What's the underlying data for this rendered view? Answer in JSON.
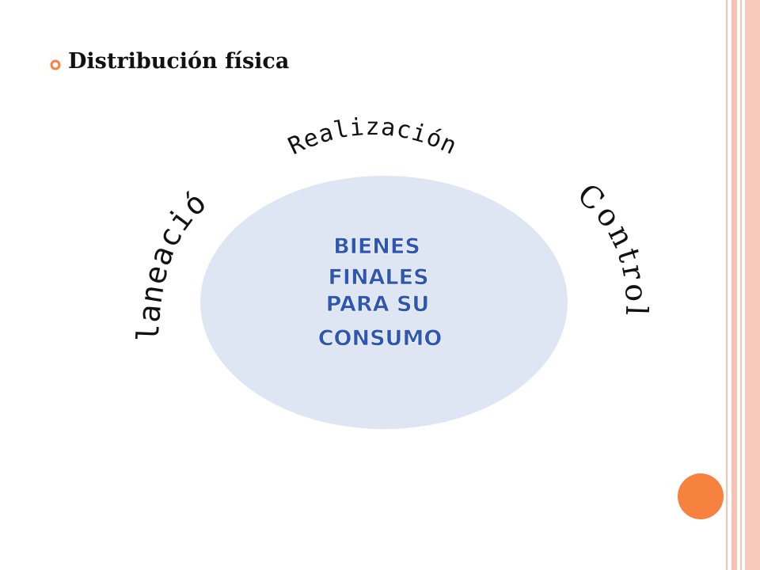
{
  "slide": {
    "bullet_text": "Distribución física",
    "center_lines": [
      "BIENES",
      "FINALES",
      "PARA SU",
      "CONSUMO"
    ],
    "arc_top": "Realización",
    "arc_left": "Planeación",
    "arc_right": "Control"
  },
  "colors": {
    "accent_orange": "#f7813e",
    "frame_pink": "#f4b7a6",
    "ellipse_fill": "#dfe6f3",
    "center_text": "#2f56b1"
  },
  "icons": {
    "bullet": "ring-bullet-icon",
    "corner": "orange-circle-icon"
  }
}
